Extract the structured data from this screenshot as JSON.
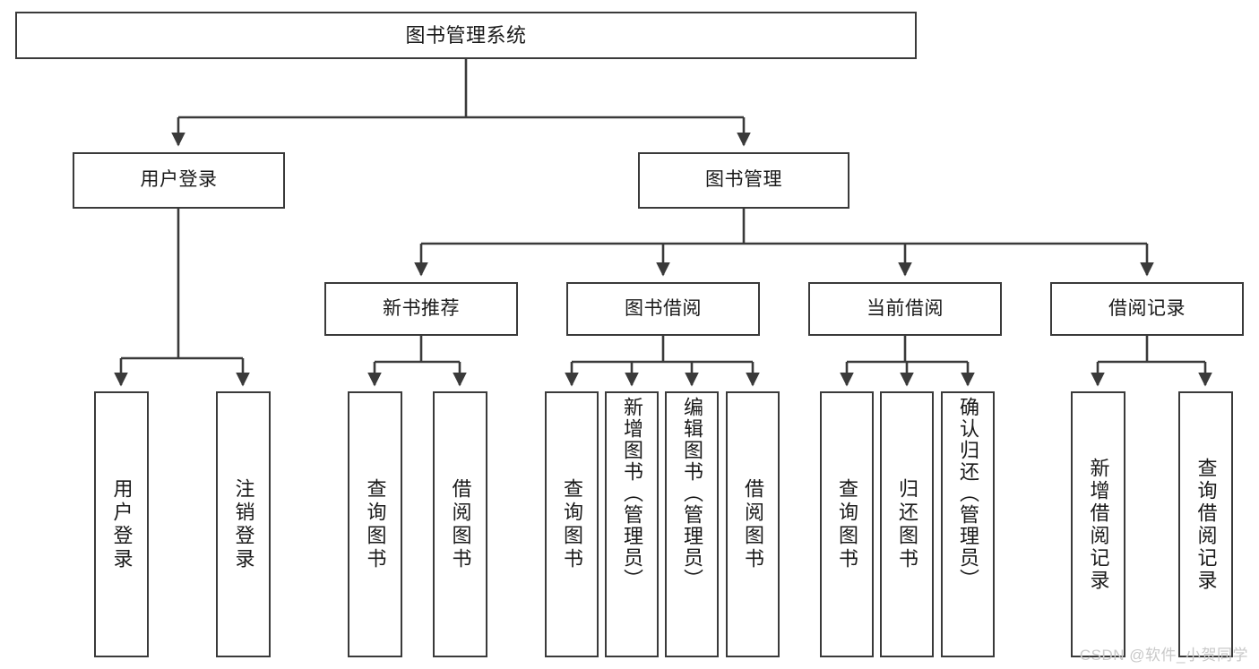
{
  "diagram": {
    "title": "图书管理系统",
    "type": "功能结构图",
    "watermark": "CSDN @软件_小贺同学",
    "stroke_color": "#3a3a3a",
    "background_color": "#ffffff",
    "text_color": "#1a1a1a"
  },
  "nodes": {
    "root": {
      "label": "图书管理系统"
    },
    "level2": [
      {
        "label": "用户登录"
      },
      {
        "label": "图书管理"
      }
    ],
    "level3": [
      {
        "label": "新书推荐"
      },
      {
        "label": "图书借阅"
      },
      {
        "label": "当前借阅"
      },
      {
        "label": "借阅记录"
      }
    ],
    "leaves_user_login": [
      {
        "label": "用户登录"
      },
      {
        "label": "注销登录"
      }
    ],
    "leaves_new_books": [
      {
        "label": "查询图书"
      },
      {
        "label": "借阅图书"
      }
    ],
    "leaves_borrow": [
      {
        "label": "查询图书"
      },
      {
        "label": "新增图书（管理员）"
      },
      {
        "label": "编辑图书（管理员）"
      },
      {
        "label": "借阅图书"
      }
    ],
    "leaves_current": [
      {
        "label": "查询图书"
      },
      {
        "label": "归还图书"
      },
      {
        "label": "确认归还（管理员）"
      }
    ],
    "leaves_records": [
      {
        "label": "新增借阅记录"
      },
      {
        "label": "查询借阅记录"
      }
    ]
  }
}
